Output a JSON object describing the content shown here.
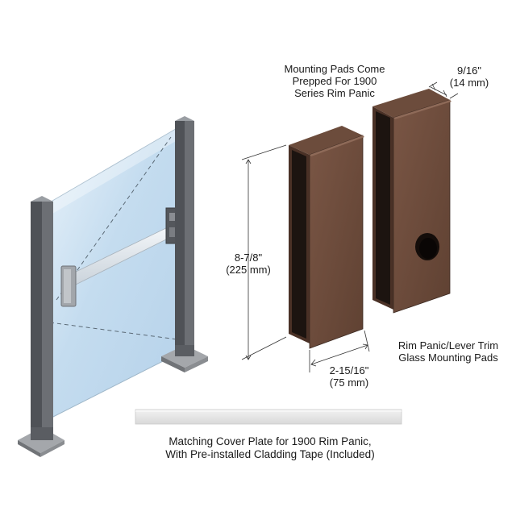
{
  "labels": {
    "mounting_note": {
      "line1": "Mounting Pads Come",
      "line2": "Prepped For 1900",
      "line3": "Series Rim Panic"
    },
    "thickness": {
      "inch": "9/16\"",
      "mm": "(14 mm)"
    },
    "height": {
      "inch": "8-7/8\"",
      "mm": "(225 mm)"
    },
    "width": {
      "inch": "2-15/16\"",
      "mm": "(75 mm)"
    },
    "product": {
      "line1": "Rim Panic/Lever Trim",
      "line2": "Glass Mounting Pads"
    },
    "cover_plate": {
      "line1": "Matching Cover Plate for 1900 Rim Panic,",
      "line2": "With Pre-installed Cladding Tape (Included)"
    }
  },
  "colors": {
    "pad_face": "#6b4a3a",
    "pad_side": "#4e3428",
    "pad_edge": "#3a2820",
    "glass": "#cfe3f2",
    "post": "#5e6166",
    "post_light": "#8a8d92",
    "cover_plate": "#e6e6e6"
  }
}
